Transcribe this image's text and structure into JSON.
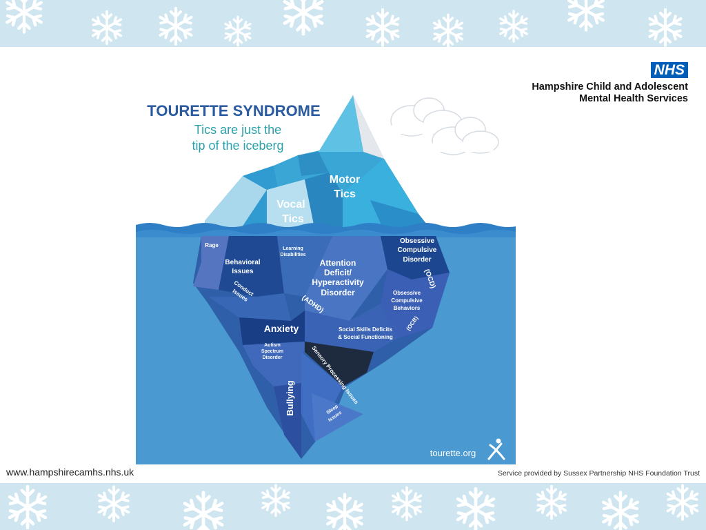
{
  "header": {
    "logo": "NHS",
    "org_line1": "Hampshire Child and Adolescent",
    "org_line2": "Mental Health Services"
  },
  "footer": {
    "website": "www.hampshirecamhs.nhs.uk",
    "provider": "Service provided by Sussex Partnership NHS Foundation Trust"
  },
  "colors": {
    "band": "#cfe6f1",
    "snowflake": "#ffffff",
    "nhs_blue": "#005eb8",
    "water": "#4a9ad1",
    "title_dark": "#2a5aa0",
    "subtitle_teal": "#2aa0a8"
  },
  "infographic": {
    "title": "TOURETTE SYNDROME",
    "subtitle_line1": "Tics are just the",
    "subtitle_line2": "tip of the iceberg",
    "above_water": {
      "vocal_line1": "Vocal",
      "vocal_line2": "Tics",
      "motor_line1": "Motor",
      "motor_line2": "Tics"
    },
    "below_water": {
      "rage": "Rage",
      "behavioral_line1": "Behavioral",
      "behavioral_line2": "Issues",
      "learning_line1": "Learning",
      "learning_line2": "Disabilities",
      "adhd_line1": "Attention",
      "adhd_line2": "Deficit/",
      "adhd_line3": "Hyperactivity",
      "adhd_line4": "Disorder",
      "adhd_abbr": "(ADHD)",
      "ocd_line1": "Obsessive",
      "ocd_line2": "Compulsive",
      "ocd_line3": "Disorder",
      "ocd_abbr": "(OCD)",
      "conduct_line1": "Conduct",
      "conduct_line2": "Issues",
      "ocb_line1": "Obsessive",
      "ocb_line2": "Compulsive",
      "ocb_line3": "Behaviors",
      "ocb_abbr": "(OCB)",
      "anxiety": "Anxiety",
      "social_line1": "Social Skills Deficits",
      "social_line2": "& Social Functioning",
      "autism_line1": "Autism",
      "autism_line2": "Spectrum",
      "autism_line3": "Disorder",
      "sensory": "Sensory Processing Issues",
      "bullying": "Bullying",
      "sleep_line1": "Sleep",
      "sleep_line2": "Issues"
    },
    "source": "tourette.org"
  }
}
